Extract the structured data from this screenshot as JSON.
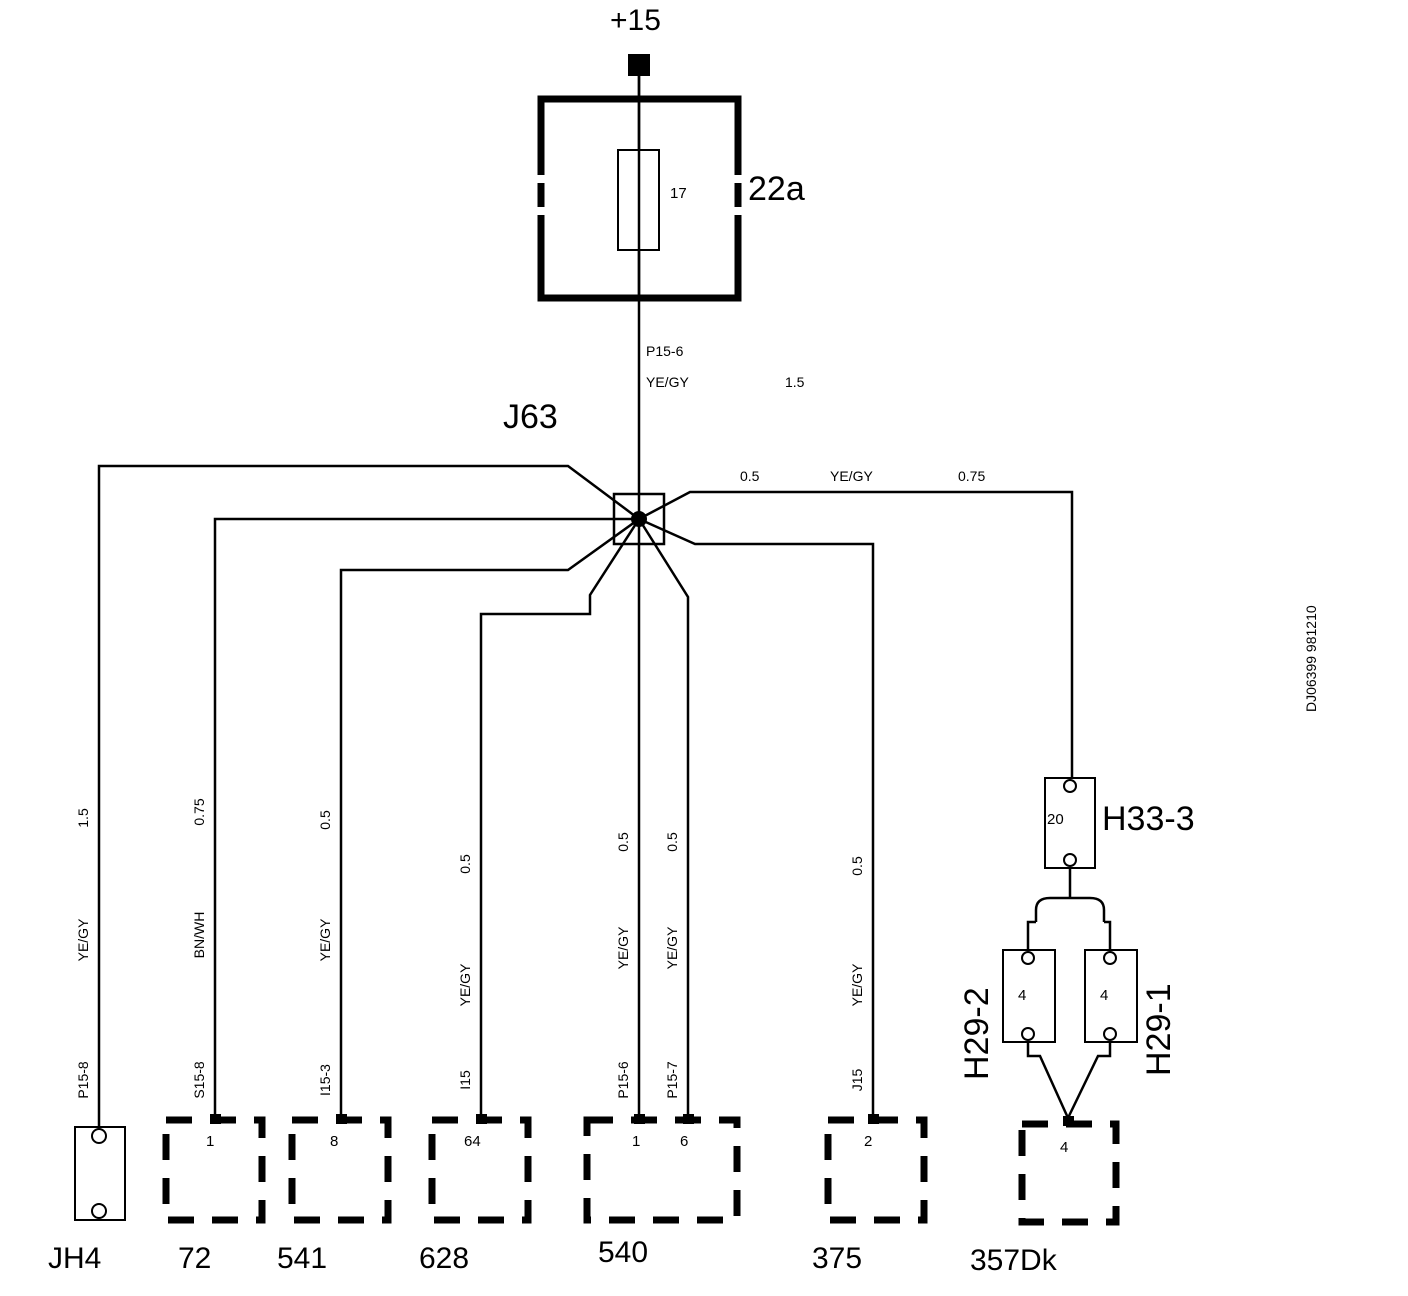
{
  "supply": {
    "label": "+15"
  },
  "fuse_box": {
    "label": "22a",
    "fuse_number": "17"
  },
  "main_wire": {
    "pin": "P15-6",
    "color": "YE/GY",
    "size": "1.5"
  },
  "junction": {
    "label": "J63"
  },
  "right_wire": {
    "size_a": "0.5",
    "color": "YE/GY",
    "size_b": "0.75"
  },
  "doc_id": "DJ06399 981210",
  "wires": [
    {
      "size": "1.5",
      "color": "YE/GY",
      "pin": "P15-8"
    },
    {
      "size": "0.75",
      "color": "BN/WH",
      "pin": "S15-8"
    },
    {
      "size": "0.5",
      "color": "YE/GY",
      "pin": "I15-3"
    },
    {
      "size": "0.5",
      "color": "YE/GY",
      "pin": "I15"
    },
    {
      "size": "0.5",
      "color": "YE/GY",
      "pin": "P15-6"
    },
    {
      "size": "0.5",
      "color": "YE/GY",
      "pin": "P15-7"
    },
    {
      "size": "0.5",
      "color": "YE/GY",
      "pin": "J15"
    }
  ],
  "components": [
    {
      "label": "JH4"
    },
    {
      "label": "72",
      "pin": "1"
    },
    {
      "label": "541",
      "pin": "8"
    },
    {
      "label": "628",
      "pin": "64"
    },
    {
      "label": "540",
      "pins": [
        "1",
        "6"
      ]
    },
    {
      "label": "375",
      "pin": "2"
    },
    {
      "label": "357Dk",
      "pin": "4"
    }
  ],
  "connectors": {
    "h33": {
      "label": "H33-3",
      "pin": "20"
    },
    "h29_2": {
      "label": "H29-2",
      "pin": "4"
    },
    "h29_1": {
      "label": "H29-1",
      "pin": "4"
    }
  }
}
